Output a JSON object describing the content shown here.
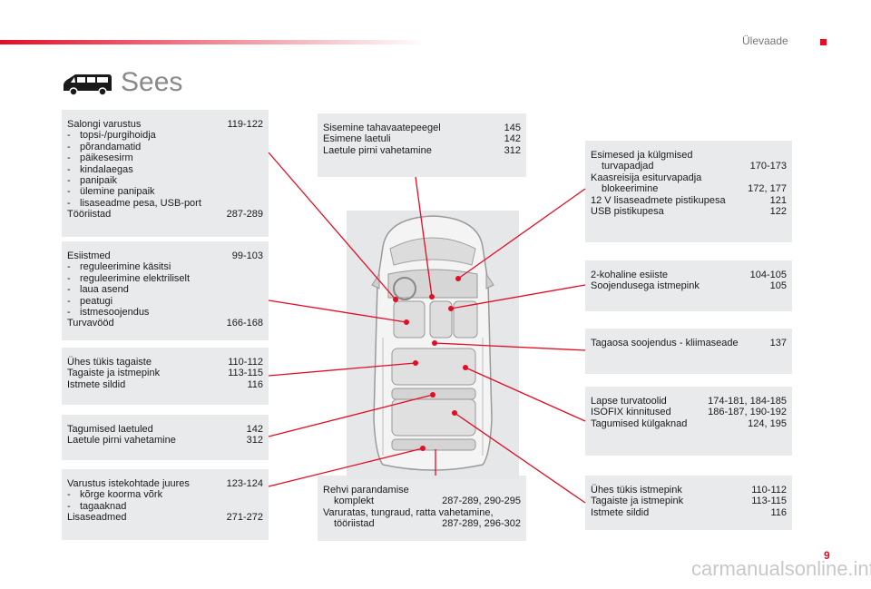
{
  "header": {
    "section": "Ülevaade",
    "title": "Sees",
    "page_number": "9"
  },
  "watermark": "carmanualsonline.info",
  "boxes": {
    "interior_equipment": {
      "items": [
        {
          "label": "Salongi varustus",
          "pages": "119-122"
        },
        {
          "sub": "topsi-/purgihoidja"
        },
        {
          "sub": "põrandamatid"
        },
        {
          "sub": "päikesesirm"
        },
        {
          "sub": "kindalaegas"
        },
        {
          "sub": "panipaik"
        },
        {
          "sub": "ülemine panipaik"
        },
        {
          "sub": "lisaseadme pesa, USB-port"
        },
        {
          "label": "Tööriistad",
          "pages": "287-289"
        }
      ]
    },
    "front_seats": {
      "items": [
        {
          "label": "Esiistmed",
          "pages": "99-103"
        },
        {
          "sub": "reguleerimine käsitsi"
        },
        {
          "sub": "reguleerimine elektriliselt"
        },
        {
          "sub": "laua asend"
        },
        {
          "sub": "peatugi"
        },
        {
          "sub": "istmesoojendus"
        },
        {
          "label": "Turvavööd",
          "pages": "166-168"
        }
      ]
    },
    "rear_bench_left": {
      "items": [
        {
          "label": "Ühes tükis tagaiste",
          "pages": "110-112"
        },
        {
          "label": "Tagaiste ja istmepink",
          "pages": "113-115"
        },
        {
          "label": "Istmete sildid",
          "pages": "116"
        }
      ]
    },
    "rear_lights": {
      "items": [
        {
          "label": "Tagumised laetuled",
          "pages": "142"
        },
        {
          "label": "Laetule pirni vahetamine",
          "pages": "312"
        }
      ]
    },
    "boot_equipment": {
      "items": [
        {
          "label": "Varustus istekohtade juures",
          "pages": "123-124"
        },
        {
          "sub": "kõrge koorma võrk"
        },
        {
          "sub": "tagaaknad"
        },
        {
          "label": "Lisaseadmed",
          "pages": "271-272"
        }
      ]
    },
    "mirror": {
      "items": [
        {
          "label": "Sisemine tahavaatepeegel",
          "pages": "145"
        },
        {
          "label": "Esimene laetuli",
          "pages": "142"
        },
        {
          "label": "Laetule pirni vahetamine",
          "pages": "312"
        }
      ]
    },
    "tyre_repair": {
      "items": [
        {
          "label": "Rehvi parandamise",
          "pages": ""
        },
        {
          "cont": "komplekt",
          "pages": "287-289, 290-295"
        },
        {
          "label": "Varuratas, tungraud, ratta vahetamine,",
          "pages": ""
        },
        {
          "cont": "tööriistad",
          "pages": "287-289, 296-302"
        }
      ]
    },
    "airbags": {
      "items": [
        {
          "label": "Esimesed ja külgmised",
          "pages": ""
        },
        {
          "cont": "turvapadjad",
          "pages": "170-173"
        },
        {
          "label": "Kaasreisija esiturvapadja",
          "pages": ""
        },
        {
          "cont": "blokeerimine",
          "pages": "172, 177"
        },
        {
          "label": "12 V lisaseadmete pistikupesa",
          "pages": "121"
        },
        {
          "label": "USB pistikupesa",
          "pages": "122"
        }
      ]
    },
    "front_bench": {
      "items": [
        {
          "label": "2-kohaline esiiste",
          "pages": "104-105"
        },
        {
          "label": "Soojendusega istmepink",
          "pages": "105"
        }
      ]
    },
    "rear_heating": {
      "items": [
        {
          "label": "Tagaosa soojendus - kliimaseade",
          "pages": "137"
        }
      ]
    },
    "child_seats": {
      "items": [
        {
          "label": "Lapse turvatoolid",
          "pages": "174-181, 184-185"
        },
        {
          "label": "ISOFIX kinnitused",
          "pages": "186-187, 190-192"
        },
        {
          "label": "Tagumised külgaknad",
          "pages": "124, 195"
        }
      ]
    },
    "rear_bench_right": {
      "items": [
        {
          "label": "Ühes tükis istmepink",
          "pages": "110-112"
        },
        {
          "label": "Tagaiste ja istmepink",
          "pages": "113-115"
        },
        {
          "label": "Istmete sildid",
          "pages": "116"
        }
      ]
    }
  },
  "colors": {
    "accent": "#e30d25",
    "box_bg": "#e8eaec",
    "title": "#8a8a8a"
  }
}
